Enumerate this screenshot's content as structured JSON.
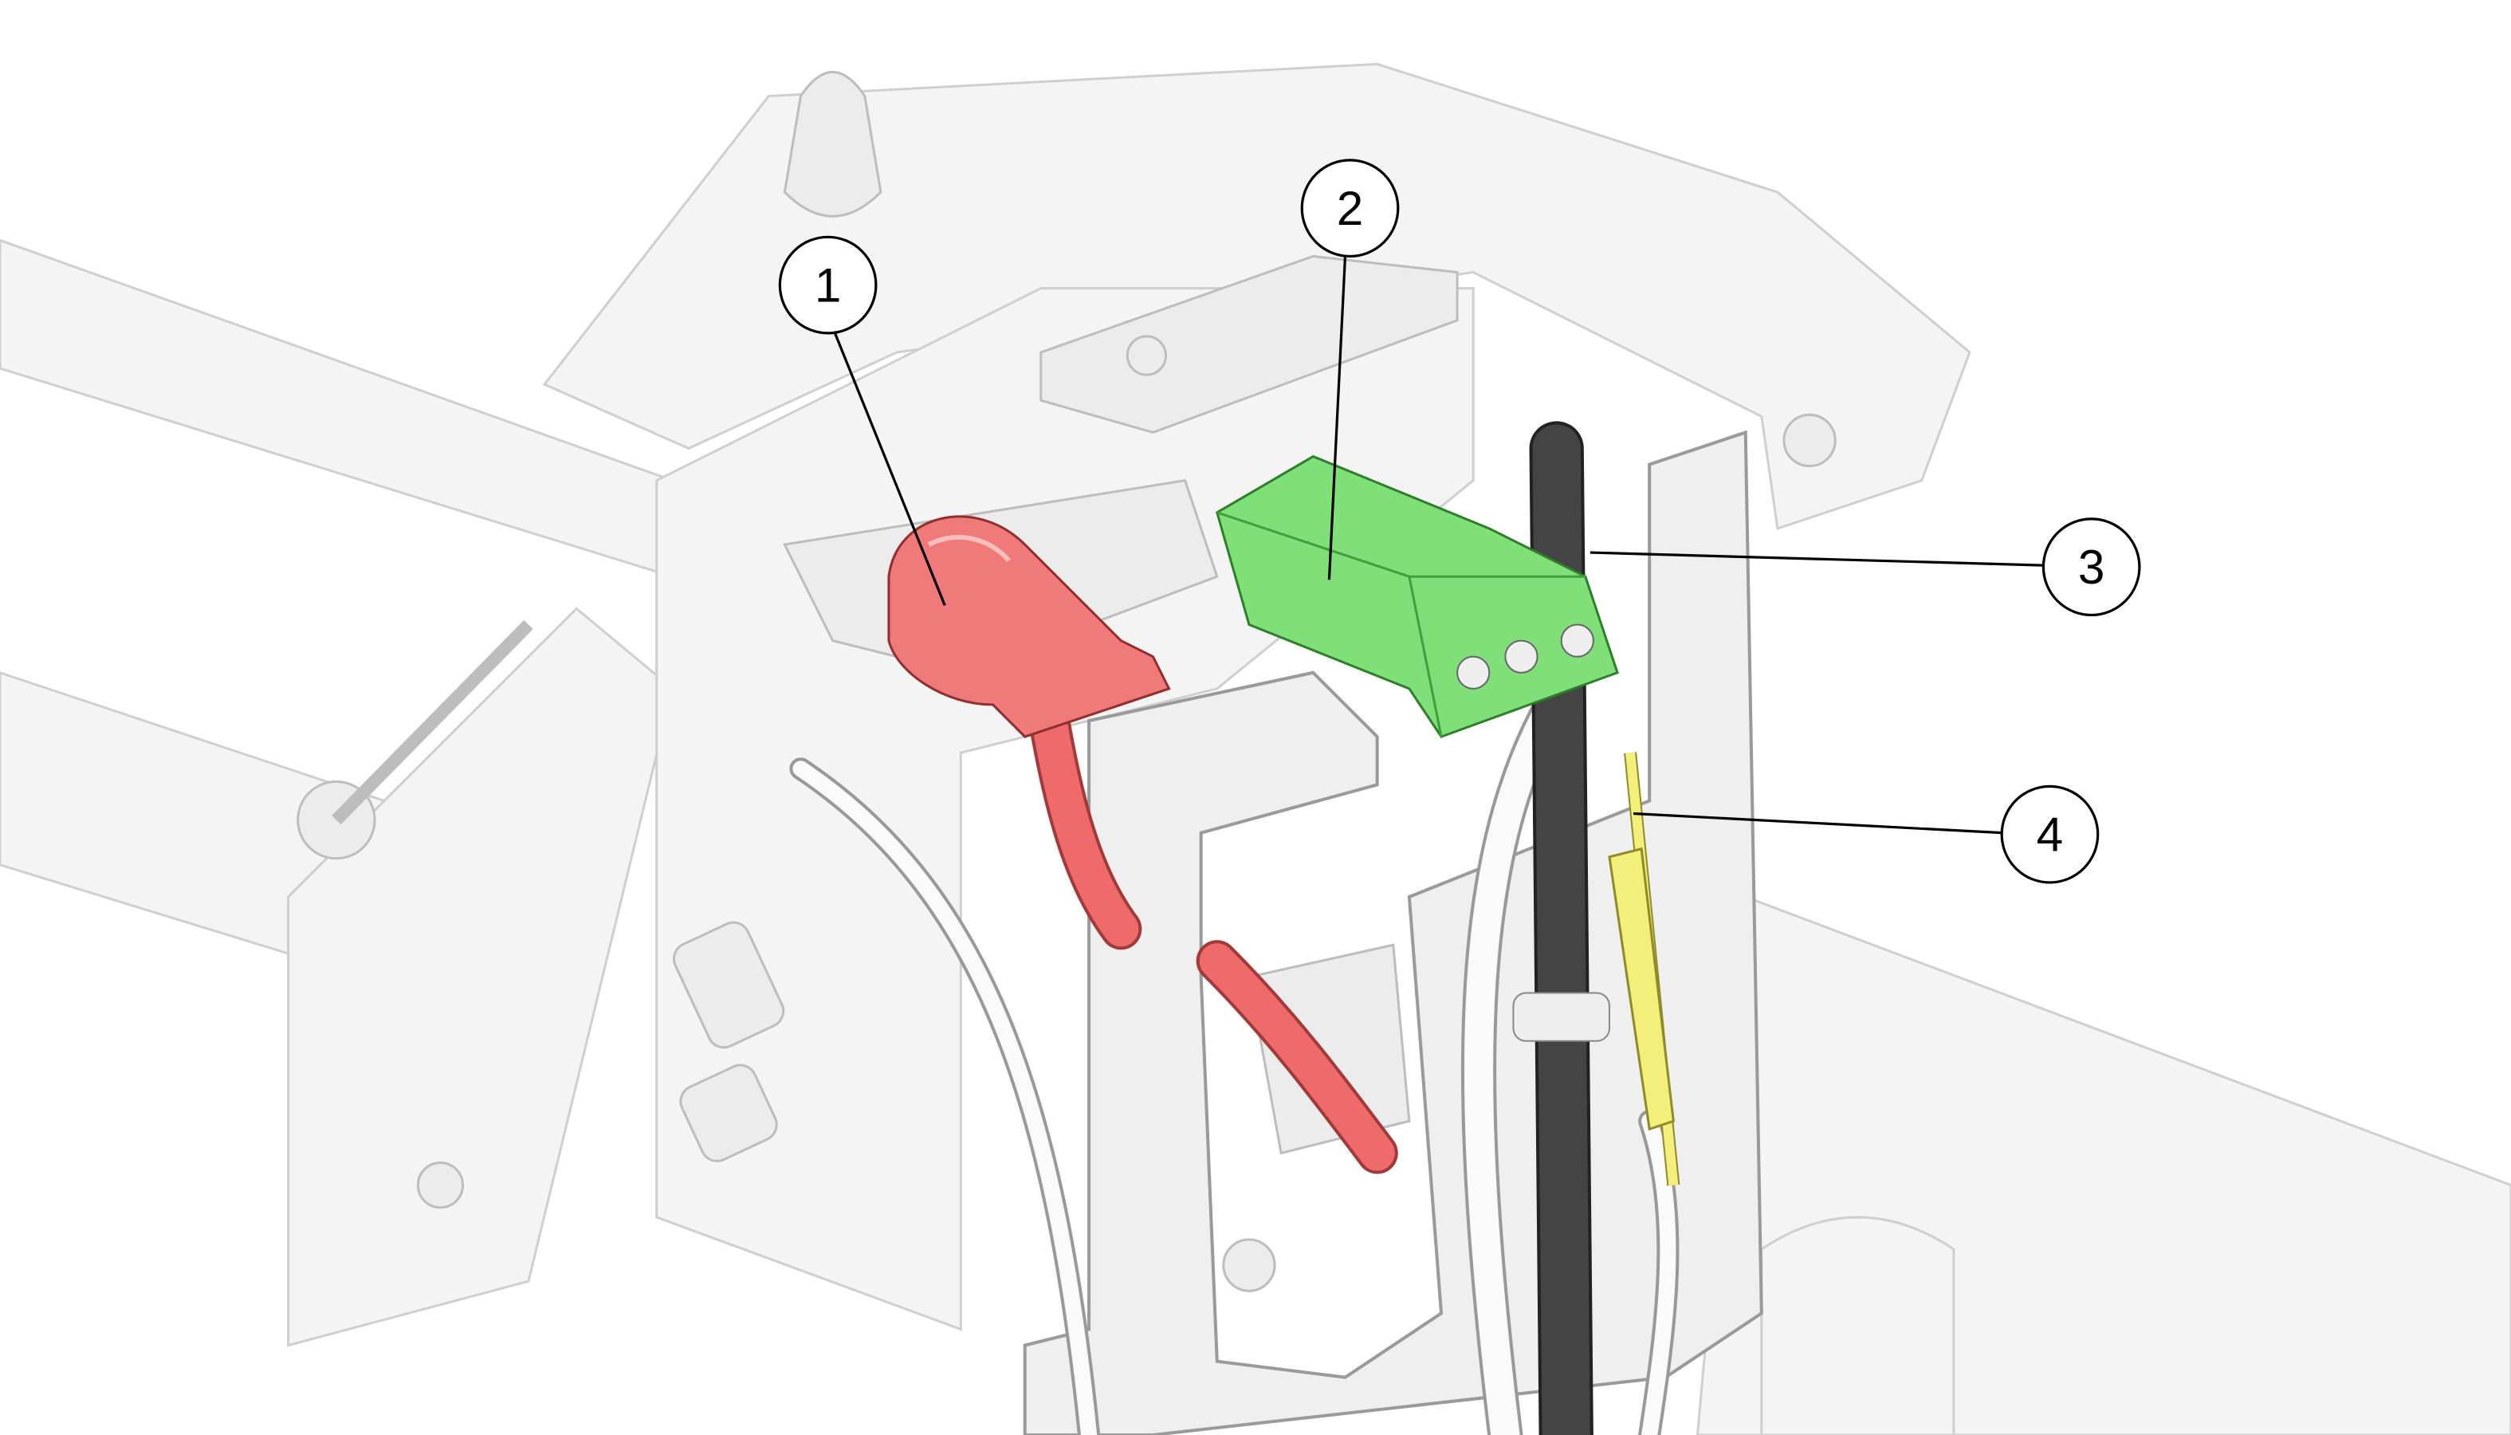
{
  "figure": {
    "callouts": [
      {
        "label": "1",
        "part": "positive-terminal-cover"
      },
      {
        "label": "2",
        "part": "green-connector"
      },
      {
        "label": "3",
        "part": "black-cable"
      },
      {
        "label": "4",
        "part": "yellow-wire"
      }
    ],
    "colors": {
      "terminal_cover": "#f07a7a",
      "connector": "#7fe07a",
      "black_cable": "#3a3a3a",
      "yellow_wire": "#f2f07a",
      "ghost_structure": "#f0f0f0"
    }
  }
}
